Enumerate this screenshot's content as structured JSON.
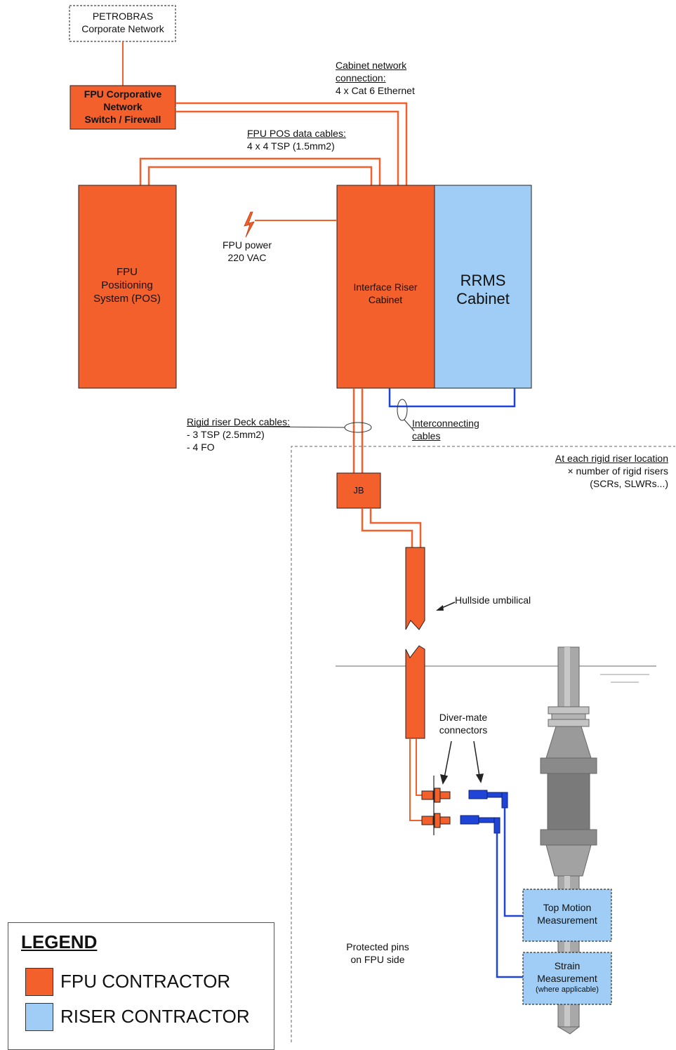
{
  "colors": {
    "fpu_contractor": "#f4602c",
    "riser_contractor": "#9fcdf5",
    "line_orange": "#f4602c",
    "line_blue": "#1f45d6",
    "riser_grey": "#9a9a9a"
  },
  "nodes": {
    "corporate_network": [
      "PETROBRAS",
      "Corporate Network"
    ],
    "firewall": [
      "FPU Corporative",
      "Network",
      "Switch / Firewall"
    ],
    "pos": [
      "FPU",
      "Positioning",
      "System (POS)"
    ],
    "interface_cabinet": [
      "Interface Riser",
      "Cabinet"
    ],
    "rrms_cabinet": [
      "RRMS",
      "Cabinet"
    ],
    "jb": "JB",
    "top_motion": [
      "Top Motion",
      "Measurement"
    ],
    "strain": [
      "Strain",
      "Measurement",
      "(where applicable)"
    ]
  },
  "labels": {
    "cabinet_network": [
      "Cabinet network",
      "connection:"
    ],
    "cabinet_network_detail": "4 x Cat 6 Ethernet",
    "pos_cables": "FPU POS data cables:",
    "pos_cables_detail": "4 x 4 TSP (1.5mm2)",
    "fpu_power": [
      "FPU power",
      "220 VAC"
    ],
    "deck_cables": "Rigid riser Deck cables:",
    "deck_cables_detail": [
      "- 3 TSP (2.5mm2)",
      "- 4 FO"
    ],
    "interconnecting": [
      "Interconnecting",
      "cables"
    ],
    "riser_location": "At each rigid riser location",
    "riser_location_detail": [
      "× number of rigid risers",
      "(SCRs, SLWRs...)"
    ],
    "hullside": "Hullside umbilical",
    "diver_mate": [
      "Diver-mate",
      "connectors"
    ],
    "protected_pins": [
      "Protected pins",
      "on FPU side"
    ]
  },
  "legend": {
    "title": "LEGEND",
    "items": [
      {
        "label": "FPU CONTRACTOR",
        "color": "#f4602c"
      },
      {
        "label": "RISER CONTRACTOR",
        "color": "#9fcdf5"
      }
    ]
  }
}
